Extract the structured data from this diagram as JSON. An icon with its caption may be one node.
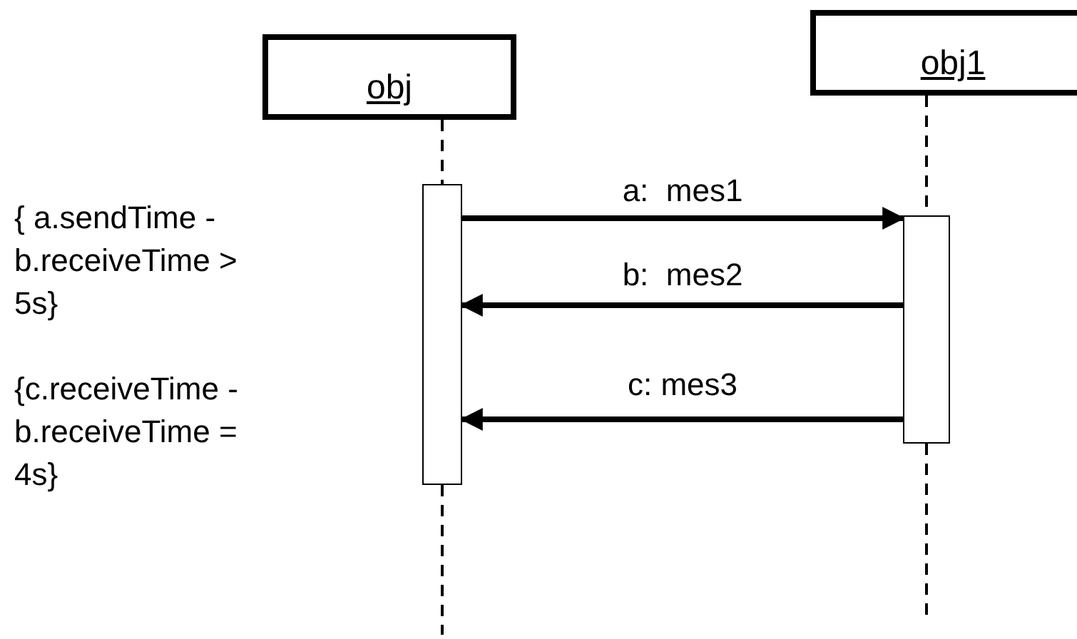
{
  "diagram": {
    "nodes": [
      {
        "text": [
          "obj"
        ]
      },
      {
        "text": [
          "obj1"
        ]
      },
      {
        "text": [],
        "shape": "bar"
      },
      {
        "text": [],
        "shape": "bar"
      }
    ],
    "edges": [
      {
        "from": 0,
        "to": 2,
        "arrow": "none",
        "style": "dashed"
      },
      {
        "from": 1,
        "to": 3,
        "arrow": "none",
        "style": "dashed"
      },
      {
        "from": 2,
        "to": 3,
        "arrow": "to",
        "label": "a:  mes1",
        "style": "thick"
      },
      {
        "from": 3,
        "to": 2,
        "arrow": "to",
        "label": "b:  mes2",
        "style": "thick"
      },
      {
        "from": 3,
        "to": 2,
        "arrow": "to",
        "label": "c: mes3",
        "style": "thick"
      },
      {
        "from": 2,
        "to": null,
        "arrow": "none",
        "style": "dashed"
      },
      {
        "from": 3,
        "to": null,
        "arrow": "none",
        "style": "dashed"
      }
    ],
    "labels": [
      "{ a.sendTime - b.receiveTime > 5s}",
      "{c.receiveTime - b.receiveTime = 4s}"
    ]
  }
}
